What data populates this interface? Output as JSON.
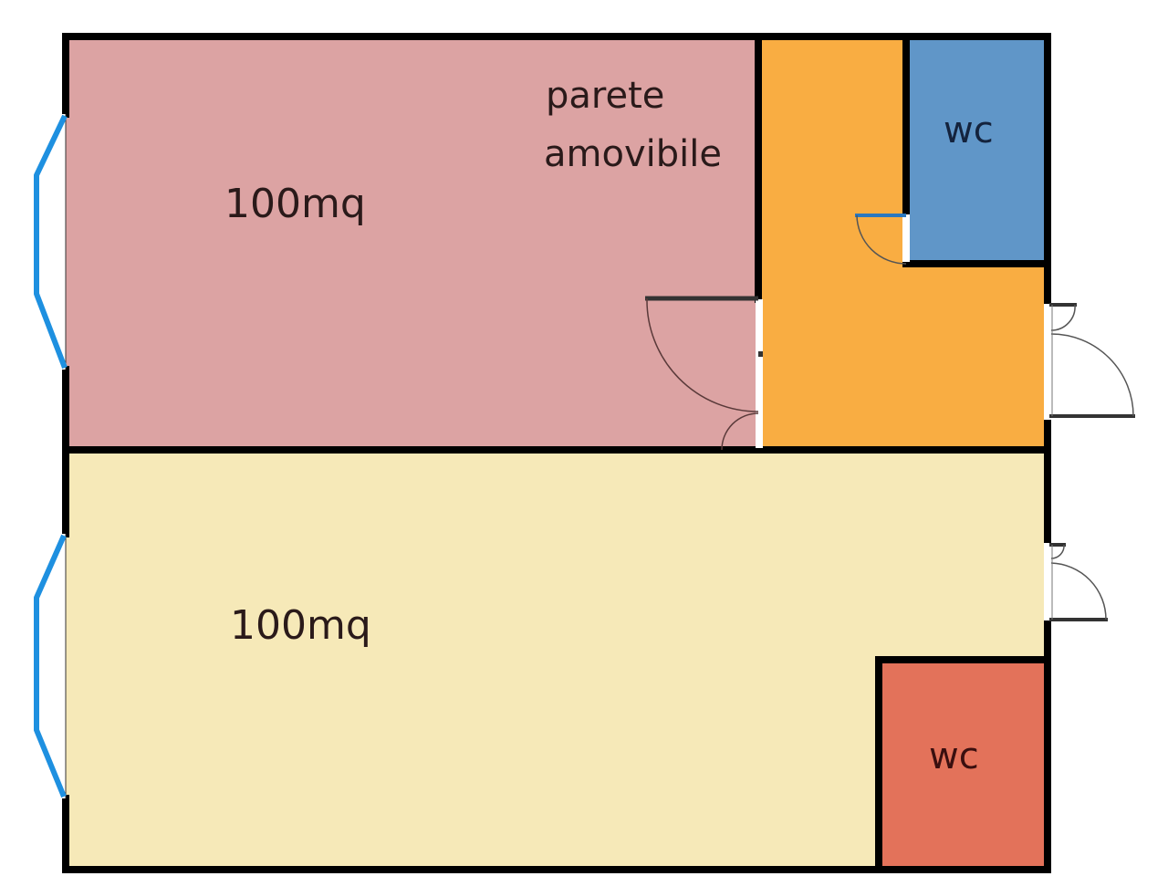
{
  "plan": {
    "colors": {
      "room_top": "#dca3a3",
      "room_bottom": "#f6e9b8",
      "corridor": "#f9ad42",
      "wc_top": "#6096c8",
      "wc_bottom": "#e3725a",
      "walls": "#000000",
      "windows": "#1e90e0"
    },
    "rooms": {
      "top_room": {
        "area_label": "100mq",
        "note_line1": "parete",
        "note_line2": "amovibile"
      },
      "bottom_room": {
        "area_label": "100mq"
      },
      "wc_top": {
        "label": "wc"
      },
      "wc_bottom": {
        "label": "wc"
      }
    }
  }
}
